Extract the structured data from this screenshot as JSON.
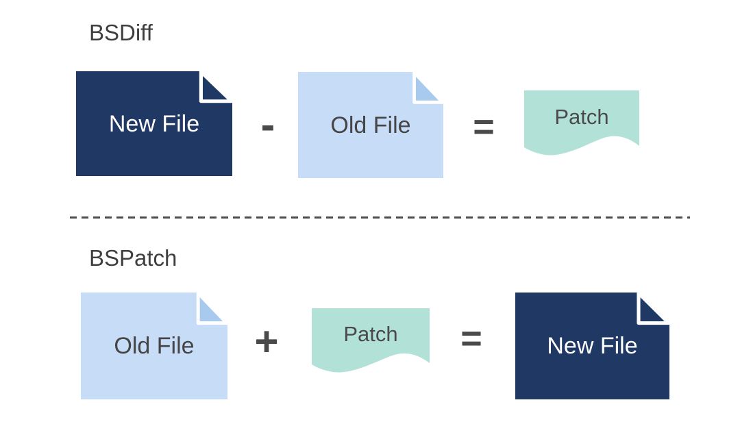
{
  "diagram": {
    "description": "BSDiff and BSPatch file diff/patch equations",
    "colors": {
      "new_file_fill": "#1f3864",
      "old_file_fill": "#c7dcf7",
      "old_file_fold": "#a8caef",
      "patch_fill": "#b2e1d8",
      "heading_text": "#3f3f3f",
      "label_text": "#454545",
      "operator_text": "#4a4a4a",
      "divider": "#4d4d4d",
      "background": "#ffffff"
    },
    "sections": [
      {
        "title": "BSDiff",
        "items": [
          {
            "kind": "document",
            "style": "dark",
            "label": "New File"
          },
          {
            "kind": "operator",
            "symbol": "-"
          },
          {
            "kind": "document",
            "style": "light",
            "label": "Old File"
          },
          {
            "kind": "operator",
            "symbol": "="
          },
          {
            "kind": "patch",
            "label": "Patch"
          }
        ]
      },
      {
        "title": "BSPatch",
        "items": [
          {
            "kind": "document",
            "style": "light",
            "label": "Old File"
          },
          {
            "kind": "operator",
            "symbol": "+"
          },
          {
            "kind": "patch",
            "label": "Patch"
          },
          {
            "kind": "operator",
            "symbol": "="
          },
          {
            "kind": "document",
            "style": "dark",
            "label": "New File"
          }
        ]
      }
    ]
  }
}
